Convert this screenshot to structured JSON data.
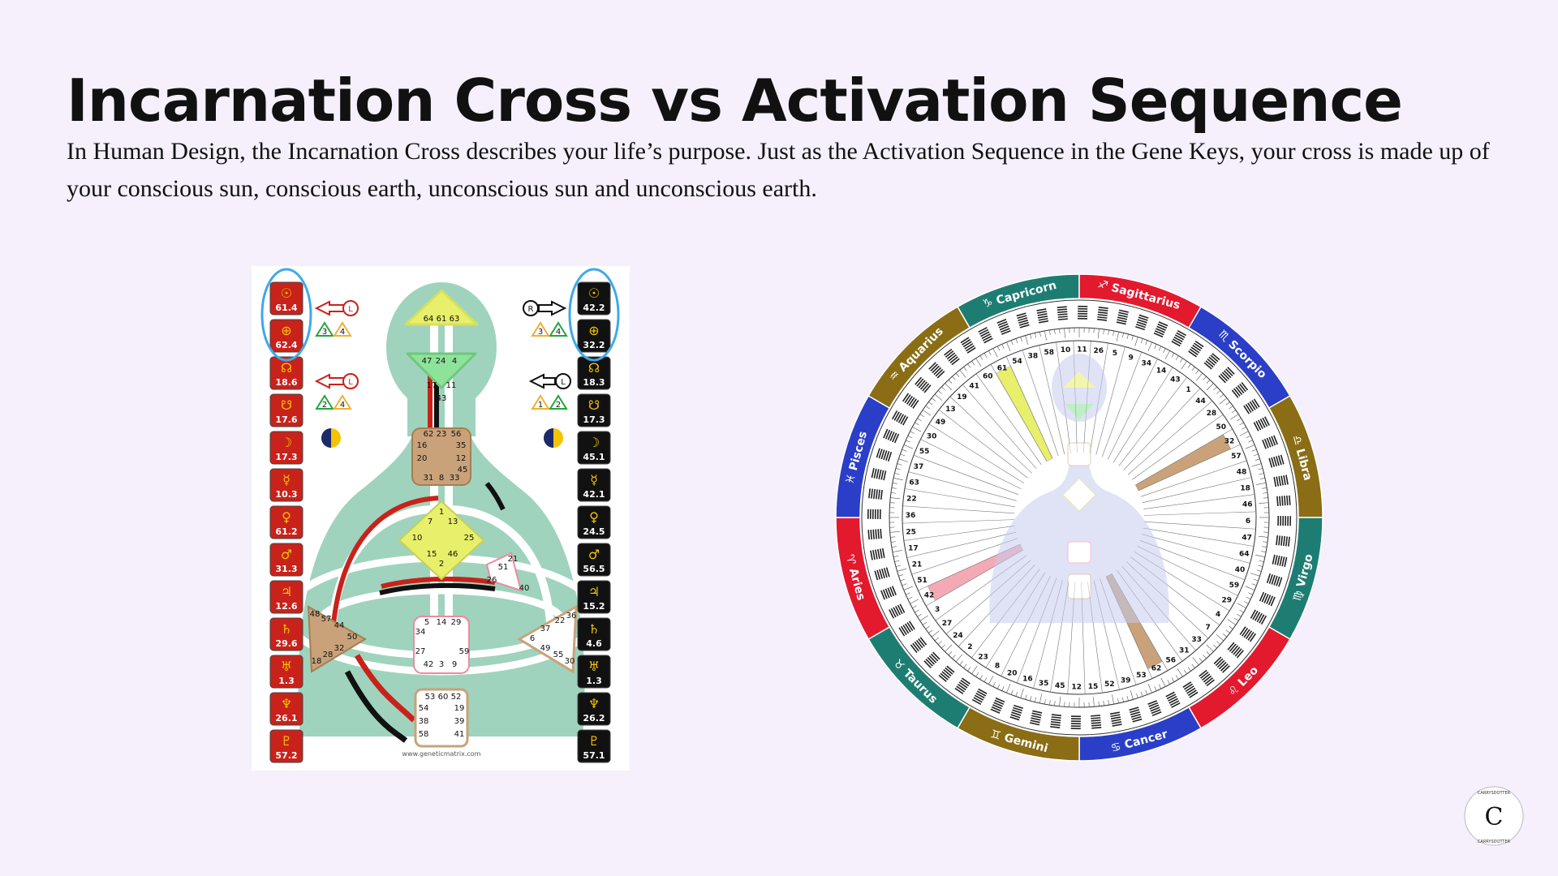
{
  "title": "Incarnation Cross vs Activation Sequence",
  "subtitle": "In Human Design, the Incarnation Cross describes your life’s purpose. Just as the Activation Sequence in the Gene Keys, your cross is made up of your conscious sun, conscious earth, unconscious sun and unconscious earth.",
  "colors": {
    "background": "#f5f0fb",
    "design_red": "#c8221b",
    "personality_black": "#111111",
    "highlight_blue": "#3fa9e8",
    "body_green": "#9fd3bd"
  },
  "bodygraph": {
    "watermark": "www.geneticmatrix.com",
    "design_column": [
      {
        "symbol": "☉",
        "value": "61.4"
      },
      {
        "symbol": "⊕",
        "value": "62.4"
      },
      {
        "symbol": "☊",
        "value": "18.6"
      },
      {
        "symbol": "☋",
        "value": "17.6"
      },
      {
        "symbol": "☽",
        "value": "17.3"
      },
      {
        "symbol": "☿",
        "value": "10.3"
      },
      {
        "symbol": "♀",
        "value": "61.2"
      },
      {
        "symbol": "♂",
        "value": "31.3"
      },
      {
        "symbol": "♃",
        "value": "12.6"
      },
      {
        "symbol": "♄",
        "value": "29.6"
      },
      {
        "symbol": "♅",
        "value": "1.3"
      },
      {
        "symbol": "♆",
        "value": "26.1"
      },
      {
        "symbol": "♇",
        "value": "57.2"
      }
    ],
    "personality_column": [
      {
        "symbol": "☉",
        "value": "42.2"
      },
      {
        "symbol": "⊕",
        "value": "32.2"
      },
      {
        "symbol": "☊",
        "value": "18.3"
      },
      {
        "symbol": "☋",
        "value": "17.3"
      },
      {
        "symbol": "☽",
        "value": "45.1"
      },
      {
        "symbol": "☿",
        "value": "42.1"
      },
      {
        "symbol": "♀",
        "value": "24.5"
      },
      {
        "symbol": "♂",
        "value": "56.5"
      },
      {
        "symbol": "♃",
        "value": "15.2"
      },
      {
        "symbol": "♄",
        "value": "4.6"
      },
      {
        "symbol": "♅",
        "value": "1.3"
      },
      {
        "symbol": "♆",
        "value": "26.2"
      },
      {
        "symbol": "♇",
        "value": "57.1"
      }
    ],
    "variables": {
      "left_top_letter": "L",
      "left_top_nums": [
        "3",
        "4"
      ],
      "left_bottom_letter": "L",
      "left_bottom_nums": [
        "2",
        "4"
      ],
      "right_top_letter": "R",
      "right_top_nums": [
        "3",
        "4"
      ],
      "right_bottom_letter": "L",
      "right_bottom_nums": [
        "1",
        "2"
      ]
    },
    "gates": {
      "head": [
        "64",
        "61",
        "63"
      ],
      "ajna": [
        "47",
        "24",
        "4",
        "17",
        "11",
        "43"
      ],
      "throat": [
        "62",
        "23",
        "56",
        "16",
        "35",
        "20",
        "12",
        "45",
        "31",
        "8",
        "33"
      ],
      "g": [
        "1",
        "7",
        "13",
        "10",
        "25",
        "15",
        "46",
        "2"
      ],
      "ego": [
        "21",
        "51",
        "26",
        "40"
      ],
      "spleen": [
        "48",
        "57",
        "44",
        "50",
        "32",
        "18",
        "28"
      ],
      "sacral": [
        "5",
        "14",
        "29",
        "34",
        "27",
        "59",
        "42",
        "3",
        "9"
      ],
      "solar": [
        "36",
        "22",
        "37",
        "6",
        "49",
        "55",
        "30"
      ],
      "root": [
        "53",
        "60",
        "52",
        "54",
        "19",
        "38",
        "39",
        "58",
        "41"
      ]
    }
  },
  "wheel": {
    "signs": [
      {
        "name": "Capricorn",
        "glyph": "♑",
        "color": "#1e7d73"
      },
      {
        "name": "Sagittarius",
        "glyph": "♐",
        "color": "#e3192e"
      },
      {
        "name": "Scorpio",
        "glyph": "♏",
        "color": "#2a3ec8"
      },
      {
        "name": "Libra",
        "glyph": "♎",
        "color": "#8a6d14"
      },
      {
        "name": "Virgo",
        "glyph": "♍",
        "color": "#1e7d73"
      },
      {
        "name": "Leo",
        "glyph": "♌",
        "color": "#e3192e"
      },
      {
        "name": "Cancer",
        "glyph": "♋",
        "color": "#2a3ec8"
      },
      {
        "name": "Gemini",
        "glyph": "♊",
        "color": "#8a6d14"
      },
      {
        "name": "Taurus",
        "glyph": "♉",
        "color": "#1e7d73"
      },
      {
        "name": "Aries",
        "glyph": "♈",
        "color": "#e3192e"
      },
      {
        "name": "Pisces",
        "glyph": "♓",
        "color": "#2a3ec8"
      },
      {
        "name": "Aquarius",
        "glyph": "♒",
        "color": "#8a6d14"
      }
    ],
    "gates_order": [
      "61",
      "54",
      "38",
      "58",
      "10",
      "11",
      "26",
      "5",
      "9",
      "34",
      "14",
      "43",
      "1",
      "44",
      "28",
      "50",
      "32",
      "57",
      "48",
      "18",
      "46",
      "6",
      "47",
      "64",
      "40",
      "59",
      "29",
      "4",
      "7",
      "33",
      "31",
      "56",
      "62",
      "53",
      "39",
      "52",
      "15",
      "12",
      "45",
      "35",
      "16",
      "20",
      "8",
      "23",
      "2",
      "24",
      "27",
      "3",
      "42",
      "51",
      "21",
      "17",
      "25",
      "36",
      "22",
      "63",
      "37",
      "55",
      "30",
      "49",
      "13",
      "19",
      "41",
      "60"
    ],
    "highlighted_gates": [
      {
        "gate": "61",
        "color": "#e8ef6a"
      },
      {
        "gate": "32",
        "color": "#c9a27a"
      },
      {
        "gate": "62",
        "color": "#c9a27a"
      },
      {
        "gate": "42",
        "color": "#f4aab4"
      }
    ]
  },
  "logo": {
    "letter": "C",
    "ring_text": "CARRYSDOTTER"
  }
}
